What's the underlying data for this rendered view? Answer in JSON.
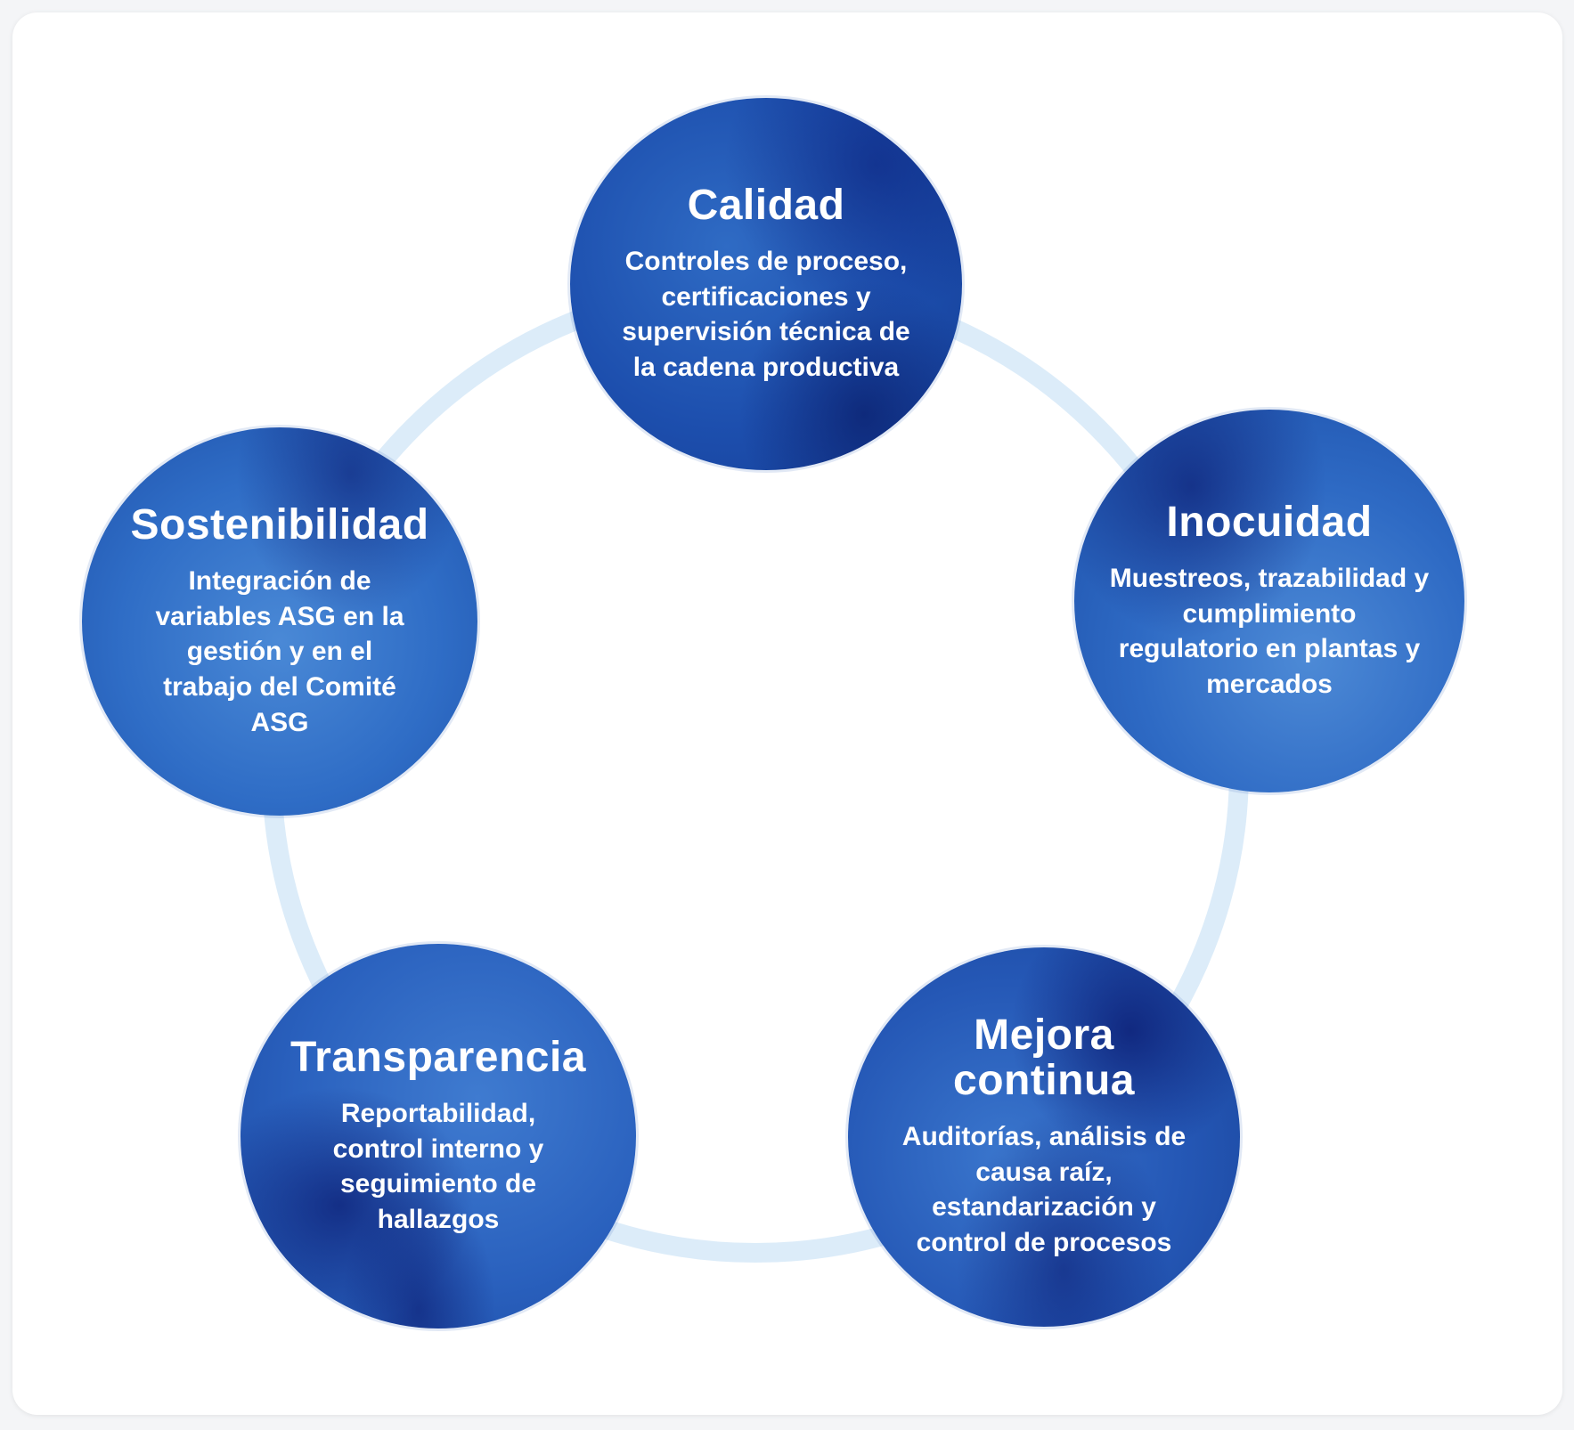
{
  "nodes": {
    "calidad": {
      "title": "Calidad",
      "desc": "Controles de proceso, certificaciones y supervisión técnica de la cadena productiva"
    },
    "inocuidad": {
      "title": "Inocuidad",
      "desc": "Muestreos, trazabilidad y cumplimiento regulatorio en plantas y mercados"
    },
    "mejora": {
      "title": "Mejora continua",
      "desc": "Auditorías, análisis de causa raíz, estandarización y control de procesos"
    },
    "transparencia": {
      "title": "Transparencia",
      "desc": "Reportabilidad, control interno y seguimiento de hallazgos"
    },
    "sostenibilidad": {
      "title": "Sostenibilidad",
      "desc": "Integración de variables ASG en la gestión y en el trabajo del Comité ASG"
    }
  },
  "colors": {
    "ring": "#d8eaf8",
    "node_base": "#2a60be",
    "text": "#ffffff"
  }
}
